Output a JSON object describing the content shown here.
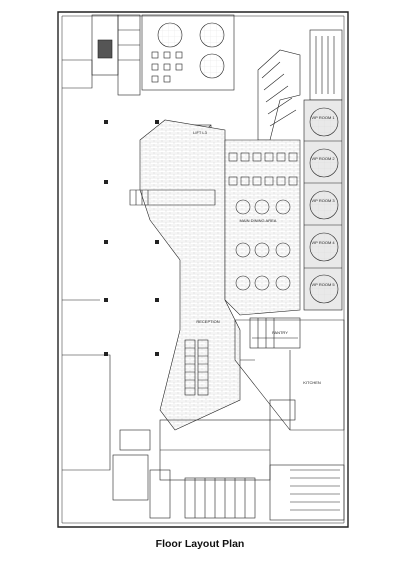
{
  "caption": "Floor Layout Plan",
  "rooms": {
    "vip_room_1": "VIP ROOM 1",
    "vip_room_2": "VIP ROOM 2",
    "vip_room_3": "VIP ROOM 3",
    "vip_room_4": "VIP ROOM 4",
    "vip_room_5": "VIP ROOM 5",
    "lift": "LIFT L3",
    "main_dining": "MAIN DINING AREA",
    "reception": "RECEPTION",
    "pantry": "PANTRY",
    "kitchen": "KITCHEN"
  },
  "colors": {
    "line": "#222222",
    "hatch": "#9a9a9a",
    "vip_fill": "#e9e9e9"
  }
}
